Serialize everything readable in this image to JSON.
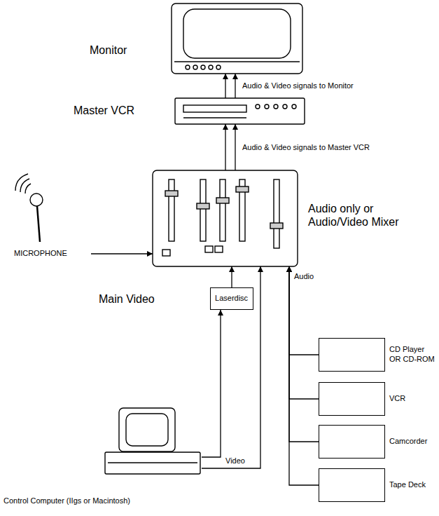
{
  "diagram": {
    "nodes": [
      {
        "text": [
          "Monitor"
        ]
      },
      {
        "text": [
          "Master VCR"
        ]
      },
      {
        "text": [
          "MICROPHONE"
        ]
      },
      {
        "text": [
          "Audio only or Audio/Video Mixer"
        ]
      },
      {
        "text": [
          "Main Video",
          "Laserdisc"
        ]
      },
      {
        "text": [
          "CD Player OR CD-ROM"
        ]
      },
      {
        "text": [
          "VCR"
        ]
      },
      {
        "text": [
          "Camcorder"
        ]
      },
      {
        "text": [
          "Tape Deck"
        ]
      },
      {
        "text": [
          "Control Computer (IIgs or Macintosh)"
        ]
      }
    ],
    "edges": [
      {
        "from": 1,
        "to": 0,
        "label": "Audio & Video signals to Monitor",
        "arrow": "to"
      },
      {
        "from": 3,
        "to": 1,
        "label": "Audio & Video signals to Master VCR",
        "arrow": "to"
      },
      {
        "from": 2,
        "to": 3,
        "arrow": "to"
      },
      {
        "from": 4,
        "to": 3,
        "arrow": "to"
      },
      {
        "from": 9,
        "to": 4,
        "arrow": "to"
      },
      {
        "from": 9,
        "to": 3,
        "label": "Video",
        "arrow": "to"
      },
      {
        "from": 5,
        "to": 3,
        "label": "Audio",
        "arrow": "to"
      },
      {
        "from": 6,
        "to": 3,
        "arrow": "to"
      },
      {
        "from": 7,
        "to": 3,
        "arrow": "to"
      },
      {
        "from": 8,
        "to": 3,
        "arrow": "to"
      }
    ]
  }
}
